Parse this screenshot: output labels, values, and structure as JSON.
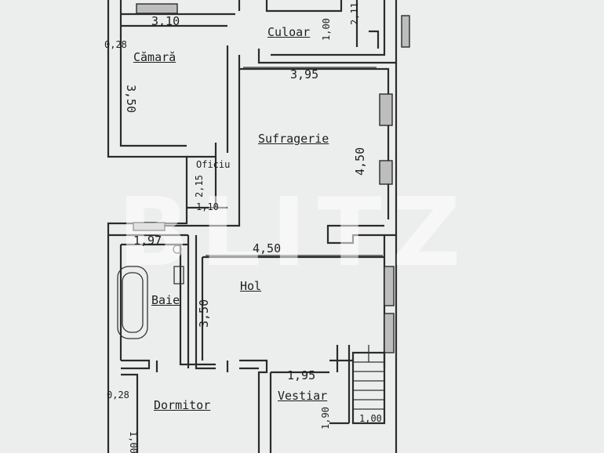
{
  "rooms": {
    "culoar": "Culoar",
    "camara": "Cămară",
    "sufragerie": "Sufragerie",
    "oficiu": "Oficiu",
    "hol": "Hol",
    "baie": "Baie",
    "dormitor": "Dormitor",
    "vestiar": "Vestiar"
  },
  "dimensions": {
    "d_3_10": "3,10",
    "d_1_00_culoar": "1,00",
    "d_0_28_top": "0,28",
    "d_3_50_camara": "3,50",
    "d_3_95": "3,95",
    "d_4_50_suf": "4,50",
    "d_2_11": "2,11",
    "d_1_10": "1,10",
    "d_1_97": "1,97",
    "d_4_50_hol": "4,50",
    "d_3_50_hol": "3,50",
    "d_1_95": "1,95",
    "d_0_28_bottom": "0,28",
    "d_1_90": "1,90",
    "d_1_00_stair": "1,00",
    "d_1_00_dorm": "1,00",
    "d_2_15": "2,15"
  },
  "watermark": "BLITZ",
  "colors": {
    "paper": "#eceeed",
    "ink": "#2b2b2b",
    "watermark": "#ffffff"
  }
}
